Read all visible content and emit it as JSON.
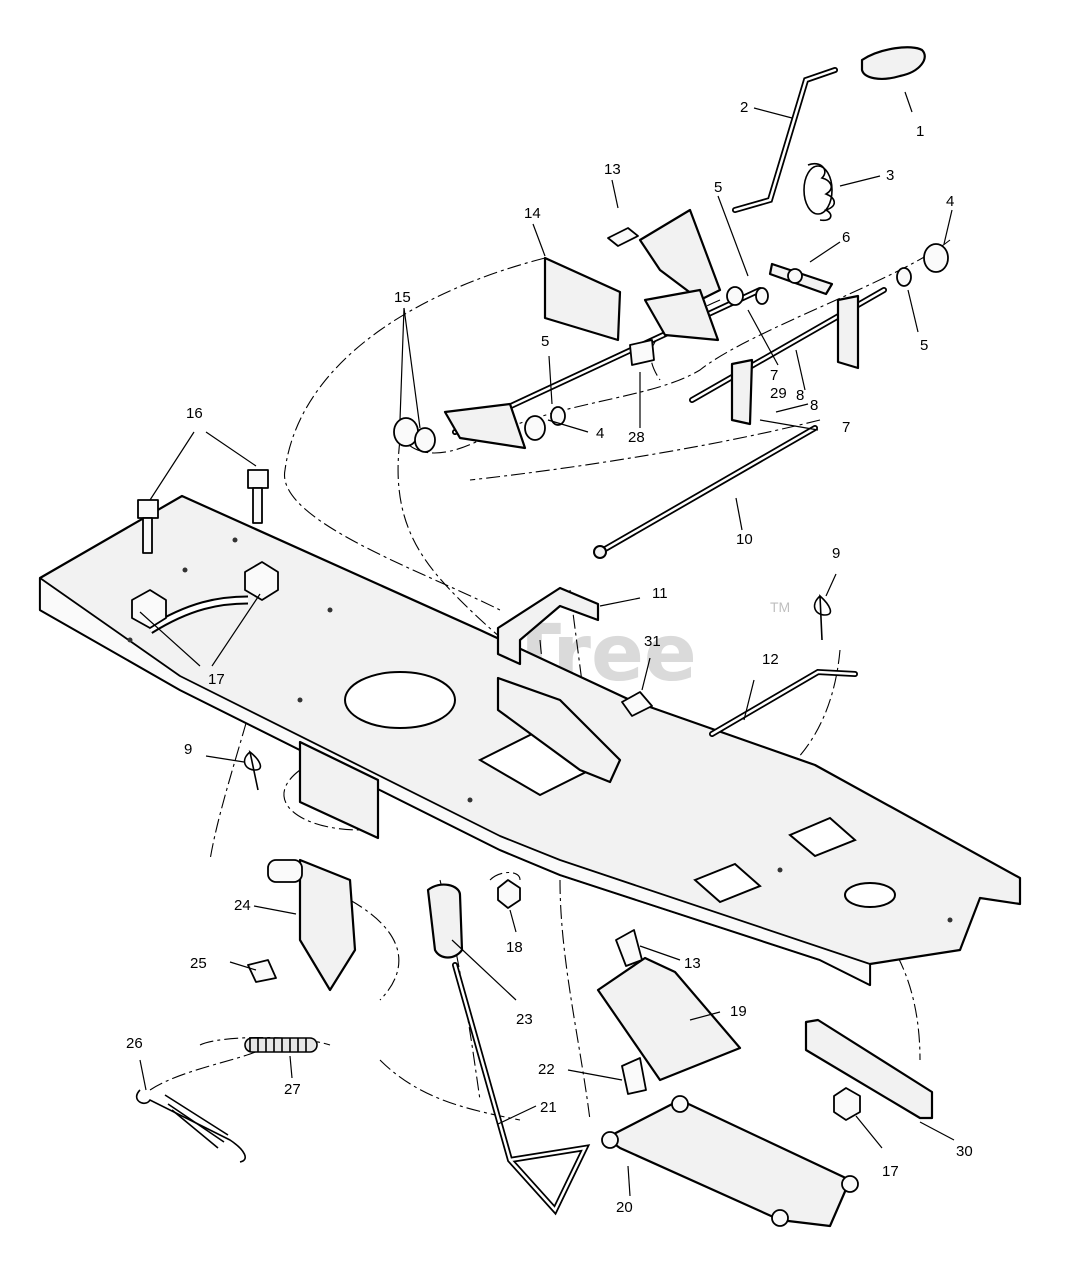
{
  "watermark": {
    "text": "PartsTree",
    "trademark": "TM"
  },
  "callouts": [
    "1",
    "2",
    "3",
    "4",
    "4",
    "5",
    "5",
    "5",
    "6",
    "7",
    "7",
    "8",
    "8",
    "9",
    "9",
    "10",
    "11",
    "12",
    "13",
    "13",
    "14",
    "15",
    "16",
    "17",
    "17",
    "18",
    "19",
    "20",
    "21",
    "22",
    "23",
    "24",
    "25",
    "26",
    "27",
    "28",
    "29",
    "30",
    "31"
  ]
}
